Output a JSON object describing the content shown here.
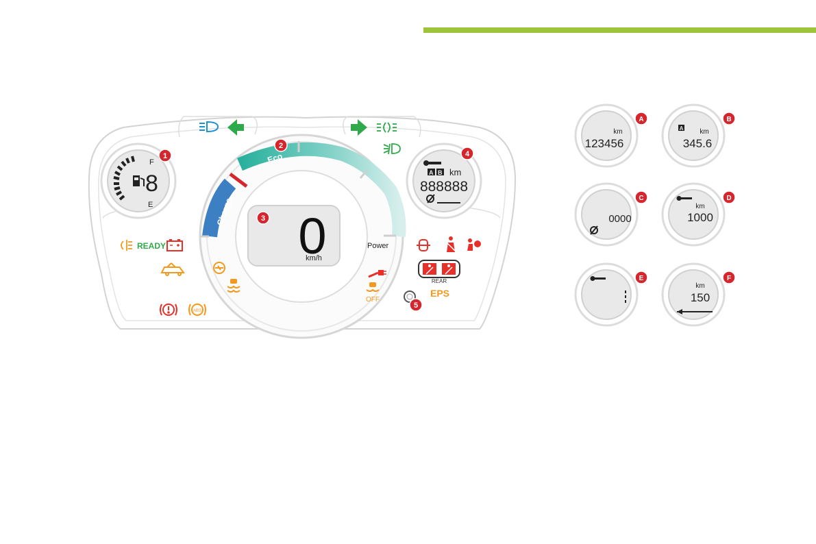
{
  "colors": {
    "accent_bar": "#9dc43a",
    "marker_red": "#d6262d",
    "eco_teal": "#25b3a0",
    "charge_blue": "#3c7fc3",
    "warning_orange": "#f39a1e",
    "warning_red": "#e8302b",
    "indicator_green": "#2eaa4a",
    "indicator_blue": "#1d8fd6",
    "lcd_grey": "#e9e9e9"
  },
  "cluster": {
    "fuel_gauge": {
      "marker": "1",
      "full_label": "F",
      "empty_label": "E"
    },
    "power_gauge": {
      "marker": "2",
      "eco_label": "Eco",
      "charge_label": "Charge",
      "power_label": "Power"
    },
    "speed_display": {
      "marker": "3",
      "value": "0",
      "unit": "km/h"
    },
    "odometer_display": {
      "marker": "4",
      "trip_label": "AB",
      "unit": "km",
      "digits": "888888"
    },
    "reset_button": {
      "marker": "5"
    },
    "left_warnings": {
      "ready_label": "READY"
    },
    "right_warnings": {
      "rear_label": "REAR",
      "eps_label": "EPS",
      "off_label": "OFF"
    },
    "icons": [
      "headlight-main-beam-icon",
      "left-turn-arrow-icon",
      "right-turn-arrow-icon",
      "sidelights-icon",
      "rear-foglight-icon",
      "fuel-pump-icon",
      "wrench-icon",
      "rear-foglight-indicator-icon",
      "battery-icon",
      "door-open-icon",
      "brake-warning-icon",
      "abs-icon",
      "steering-lock-icon",
      "esp-icon",
      "charge-plug-icon",
      "esp-off-icon",
      "seatbelt-icon",
      "airbag-icon",
      "passenger-airbag-off-icon",
      "rear-seatbelt-icon",
      "reset-knob-icon"
    ]
  },
  "mini_displays": [
    {
      "letter": "A",
      "unit": "km",
      "value": "123456"
    },
    {
      "letter": "B",
      "trip": "A",
      "unit": "km",
      "value": "345.6"
    },
    {
      "letter": "C",
      "value": "0000"
    },
    {
      "letter": "D",
      "unit": "km",
      "value": "1000"
    },
    {
      "letter": "E",
      "value": ""
    },
    {
      "letter": "F",
      "unit": "km",
      "value": "150"
    }
  ]
}
